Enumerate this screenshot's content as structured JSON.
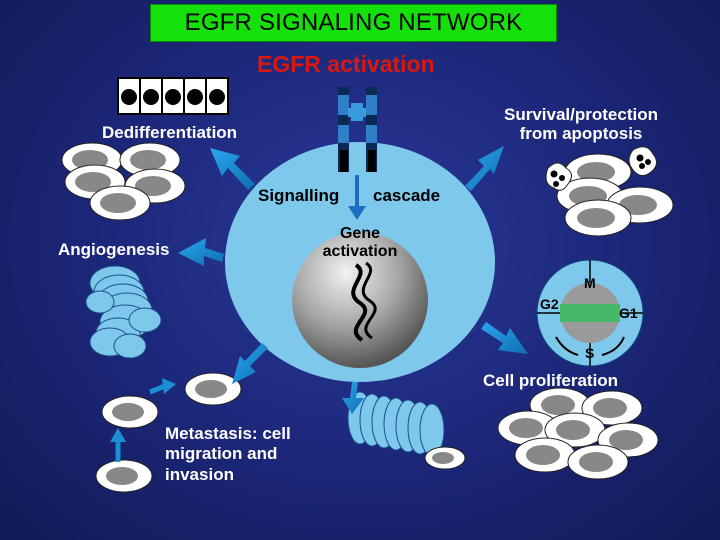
{
  "title": "EGFR SIGNALING NETWORK",
  "labels": {
    "activation": "EGFR activation",
    "dedifferentiation": "Dedifferentiation",
    "survival_line1": "Survival/protection",
    "survival_line2": "from apoptosis",
    "signalling": "Signalling",
    "cascade": "cascade",
    "gene_line1": "Gene",
    "gene_line2": "activation",
    "angiogenesis": "Angiogenesis",
    "proliferation": "Cell proliferation",
    "metastasis_line1": "Metastasis: cell",
    "metastasis_line2": "migration and",
    "metastasis_line3": "invasion"
  },
  "cell_cycle": {
    "m": "M",
    "g1": "G1",
    "s": "S",
    "g2": "G2"
  },
  "colors": {
    "background": "#1b2677",
    "title_box": "#16e00a",
    "activation_text": "#d9190f",
    "cell": "#7ec8ec",
    "nucleus": "#9a9a9a",
    "arrow": "#1a8fd6"
  }
}
